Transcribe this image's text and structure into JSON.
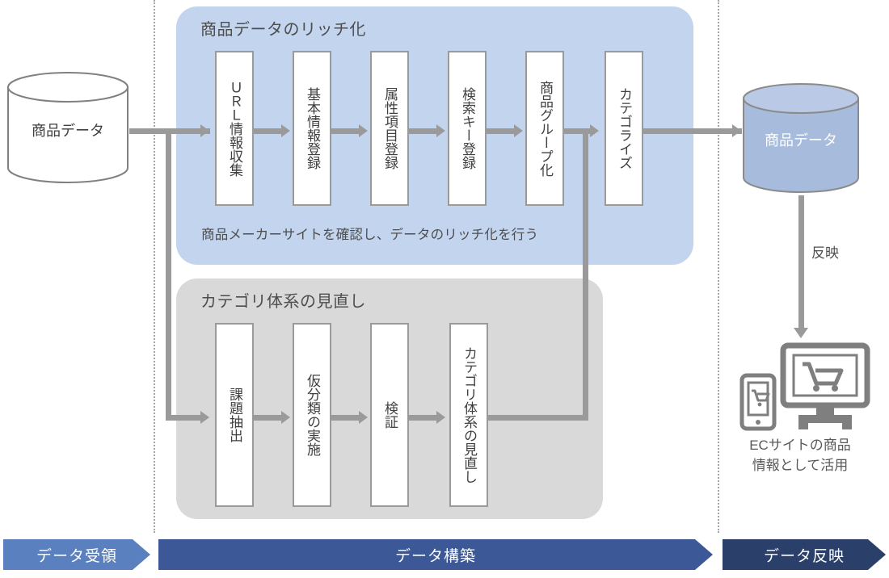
{
  "diagram": {
    "title_groups": {
      "rich": "商品データのリッチ化",
      "category": "カテゴリ体系の見直し"
    },
    "notes": {
      "rich_note": "商品メーカーサイトを確認し、データのリッチ化を行う"
    },
    "source_store": {
      "label": "商品データ",
      "fill": "#ffffff",
      "stroke": "#808080"
    },
    "target_store": {
      "label": "商品データ",
      "fill": "#a7bbdd",
      "stroke": "#8b8b8b"
    },
    "rich_steps": [
      {
        "label": "ＵＲＬ情報収集"
      },
      {
        "label": "基本情報登録"
      },
      {
        "label": "属性項目登録"
      },
      {
        "label": "検索キー登録"
      },
      {
        "label": "商品グループ化"
      },
      {
        "label": "カテゴライズ"
      }
    ],
    "category_steps": [
      {
        "label": "課題抽出"
      },
      {
        "label": "仮分類の実施"
      },
      {
        "label": "検証"
      },
      {
        "label": "カテゴリ体系の見直し"
      }
    ],
    "reflect_label": "反映",
    "usage_caption_line1": "ECサイトの商品",
    "usage_caption_line2": "情報として活用",
    "phases": [
      {
        "label": "データ受領",
        "color": "#5b80bf"
      },
      {
        "label": "データ構築",
        "color": "#3c5897"
      },
      {
        "label": "データ反映",
        "color": "#2b3f6b"
      }
    ],
    "icons": {
      "monitor": "monitor-cart-icon",
      "phone": "phone-cart-icon",
      "database_source": "database-icon",
      "database_target": "database-icon"
    },
    "colors": {
      "panel_rich": "#c3d5ee",
      "panel_category": "#d9d9d9",
      "connector": "#9a9a9a",
      "text": "#4d4d4d"
    }
  }
}
